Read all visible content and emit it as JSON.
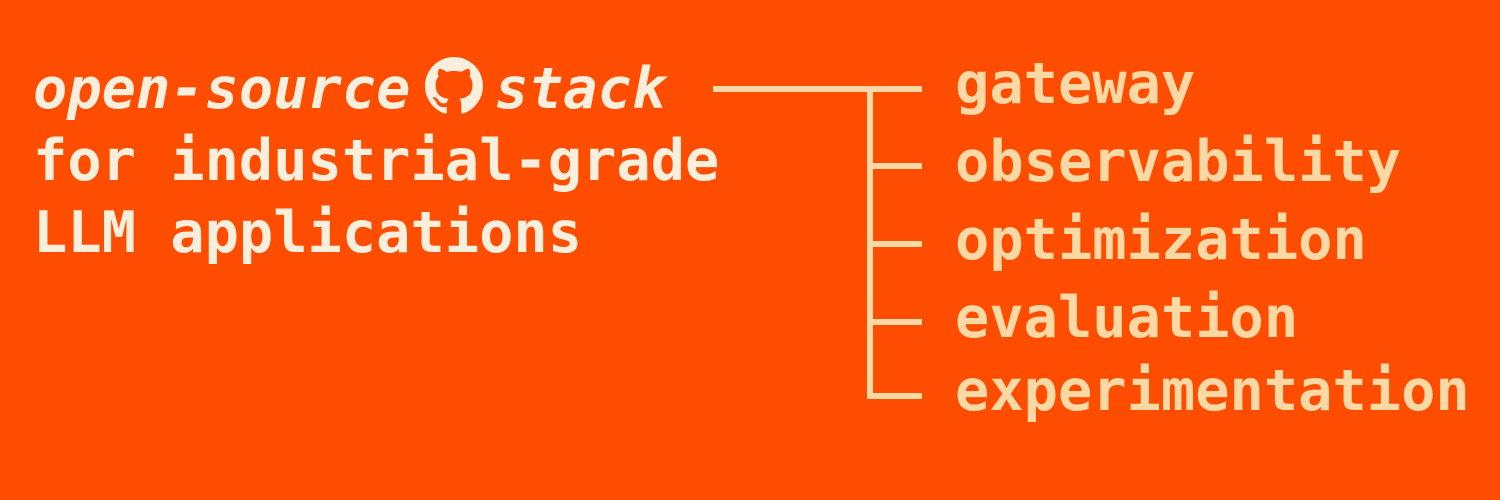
{
  "banner": {
    "background_color": "#FF4D00",
    "heading": {
      "color": "#FAEEDC",
      "line1_pre": "open-source",
      "line1_post": "stack",
      "line2": "for industrial-grade",
      "line3": "LLM applications"
    },
    "icons": {
      "github_mark": "github-octocat-mark-icon"
    },
    "tree": {
      "color": "#FCD8A5",
      "items": [
        "gateway",
        "observability",
        "optimization",
        "evaluation",
        "experimentation"
      ]
    }
  }
}
